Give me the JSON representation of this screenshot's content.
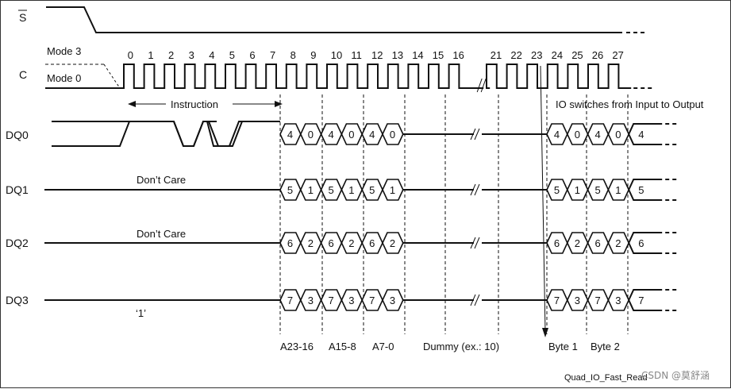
{
  "signals": {
    "s_bar": "S",
    "c": "C",
    "dq0": "DQ0",
    "dq1": "DQ1",
    "dq2": "DQ2",
    "dq3": "DQ3"
  },
  "modes": {
    "mode3": "Mode 3",
    "mode0": "Mode 0"
  },
  "clock_numbers": [
    "0",
    "1",
    "2",
    "3",
    "4",
    "5",
    "6",
    "7",
    "8",
    "9",
    "10",
    "11",
    "12",
    "13",
    "14",
    "15",
    "16",
    "21",
    "22",
    "23",
    "24",
    "25",
    "26",
    "27"
  ],
  "annotations": {
    "instruction": "Instruction",
    "io_switch": "IO switches from Input to Output",
    "dont_care_1": "Don’t Care",
    "dont_care_2": "Don’t Care",
    "one": "‘1’"
  },
  "lanes": {
    "dq0": {
      "addr": [
        "4",
        "0",
        "4",
        "0",
        "4",
        "0"
      ],
      "data": [
        "4",
        "0",
        "4",
        "0"
      ],
      "tail": "4"
    },
    "dq1": {
      "addr": [
        "5",
        "1",
        "5",
        "1",
        "5",
        "1"
      ],
      "data": [
        "5",
        "1",
        "5",
        "1"
      ],
      "tail": "5"
    },
    "dq2": {
      "addr": [
        "6",
        "2",
        "6",
        "2",
        "6",
        "2"
      ],
      "data": [
        "6",
        "2",
        "6",
        "2"
      ],
      "tail": "6"
    },
    "dq3": {
      "addr": [
        "7",
        "3",
        "7",
        "3",
        "7",
        "3"
      ],
      "data": [
        "7",
        "3",
        "7",
        "3"
      ],
      "tail": "7"
    }
  },
  "phases": {
    "a23_16": "A23-16",
    "a15_8": "A15-8",
    "a7_0": "A7-0",
    "dummy": "Dummy (ex.: 10)",
    "byte1": "Byte 1",
    "byte2": "Byte 2"
  },
  "figure_caption": "Quad_IO_Fast_Read",
  "watermark": "CSDN @莫舒涵"
}
